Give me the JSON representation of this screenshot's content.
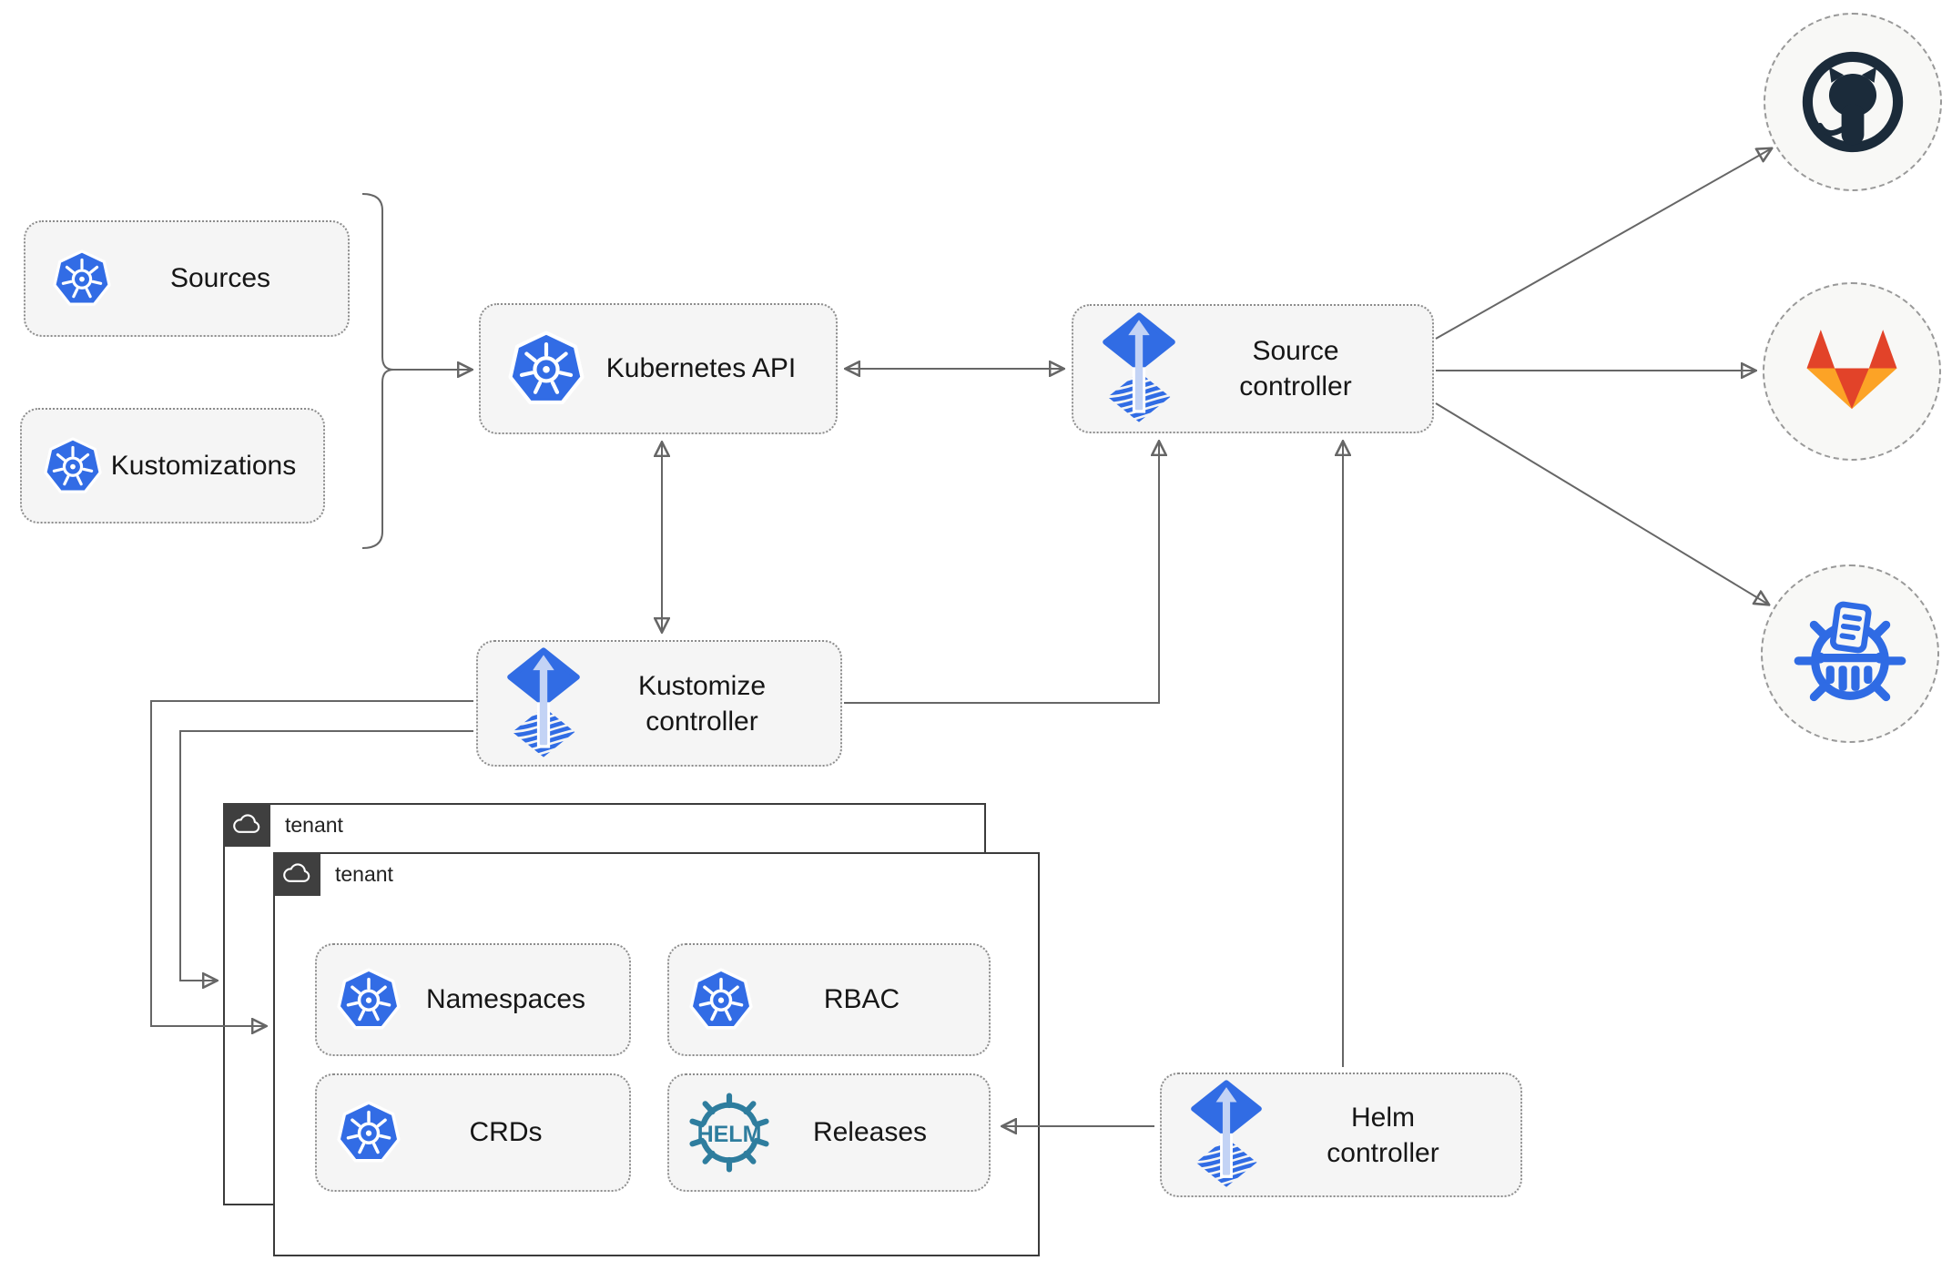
{
  "colors": {
    "k8s-blue": "#326CE5",
    "flux-blue": "#316CE4",
    "flux-arrow-blue": "#C3D3F5",
    "helm-teal": "#2E7D9E",
    "github-dark": "#1B2B3A",
    "gitlab-red-orange": "#E24329",
    "gitlab-light-orange": "#FCA326",
    "registry-blue": "#2F6BE4",
    "line-gray": "#666666",
    "chip-fill": "#F5F5F5",
    "circle-fill": "#F8F8F6",
    "tenant-border": "#3B3B3B",
    "badge-bg": "#3F3F3F"
  },
  "nodes": {
    "sources": {
      "label": "Sources"
    },
    "kustomizations": {
      "label": "Kustomizations"
    },
    "kubernetes_api": {
      "label": "Kubernetes API"
    },
    "source_controller": {
      "line1": "Source",
      "line2": "controller"
    },
    "kustomize_controller": {
      "line1": "Kustomize",
      "line2": "controller"
    },
    "helm_controller": {
      "line1": "Helm",
      "line2": "controller"
    },
    "namespaces": {
      "label": "Namespaces"
    },
    "rbac": {
      "label": "RBAC"
    },
    "crds": {
      "label": "CRDs"
    },
    "releases": {
      "label": "Releases"
    }
  },
  "tenants": {
    "back": {
      "label": "tenant"
    },
    "front": {
      "label": "tenant"
    }
  },
  "helm_logo": {
    "text": "HELM"
  },
  "external_endpoints": {
    "github": {
      "icon": "github-icon"
    },
    "gitlab": {
      "icon": "gitlab-icon"
    },
    "registry": {
      "icon": "container-registry-icon"
    }
  }
}
